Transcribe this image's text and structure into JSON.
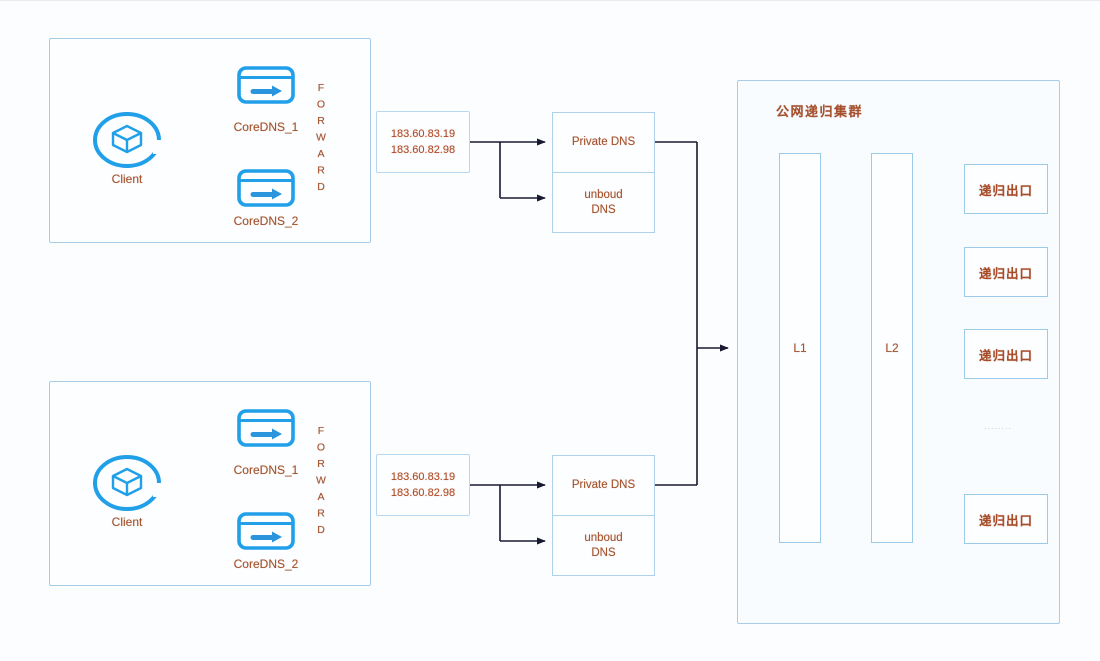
{
  "rows": [
    {
      "client_label": "Client",
      "coredns1_label": "CoreDNS_1",
      "coredns2_label": "CoreDNS_2",
      "forward_label": "FORWARD",
      "ip_line1": "183.60.83.19",
      "ip_line2": "183.60.82.98",
      "private_dns_label": "Private DNS",
      "unbound_line1": "unboud",
      "unbound_line2": "DNS"
    },
    {
      "client_label": "Client",
      "coredns1_label": "CoreDNS_1",
      "coredns2_label": "CoreDNS_2",
      "forward_label": "FORWARD",
      "ip_line1": "183.60.83.19",
      "ip_line2": "183.60.82.98",
      "private_dns_label": "Private DNS",
      "unbound_line1": "unboud",
      "unbound_line2": "DNS"
    }
  ],
  "cluster": {
    "title": "公网递归集群",
    "l1_label": "L1",
    "l2_label": "L2",
    "egress_labels": [
      "递归出口",
      "递归出口",
      "递归出口",
      "递归出口"
    ],
    "ellipsis": "........"
  },
  "colors": {
    "accent_blue": "#219fe8",
    "box_border_blue": "#a9cde7",
    "label_orange": "#a5532d",
    "line_dark": "#191931"
  }
}
